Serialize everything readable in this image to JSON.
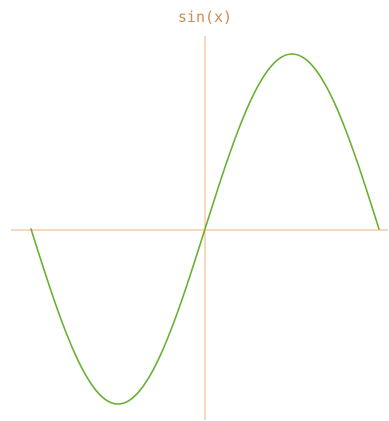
{
  "chart_data": {
    "type": "line",
    "title": "sin(x)",
    "xlabel": "",
    "ylabel": "",
    "xlim": [
      -3.14159,
      3.14159
    ],
    "ylim": [
      -1,
      1
    ],
    "grid": false,
    "axis_color": "#f0b27a",
    "title_color": "#d08a52",
    "series": [
      {
        "color": "#66b032",
        "x": [
          -3.14159,
          -2.94524,
          -2.74889,
          -2.55254,
          -2.35619,
          -2.15984,
          -1.9635,
          -1.76715,
          -1.5708,
          -1.37445,
          -1.1781,
          -0.98175,
          -0.7854,
          -0.58905,
          -0.3927,
          -0.19635,
          0.0,
          0.19635,
          0.3927,
          0.58905,
          0.7854,
          0.98175,
          1.1781,
          1.37445,
          1.5708,
          1.76715,
          1.9635,
          2.15984,
          2.35619,
          2.55254,
          2.74889,
          2.94524,
          3.14159
        ],
        "y": [
          0.0,
          -0.1951,
          -0.3827,
          -0.5556,
          -0.7071,
          -0.8315,
          -0.9239,
          -0.9808,
          -1.0,
          -0.9808,
          -0.9239,
          -0.8315,
          -0.7071,
          -0.5556,
          -0.3827,
          -0.1951,
          0.0,
          0.1951,
          0.3827,
          0.5556,
          0.7071,
          0.8315,
          0.9239,
          0.9808,
          1.0,
          0.9808,
          0.9239,
          0.8315,
          0.7071,
          0.5556,
          0.3827,
          0.1951,
          0.0
        ]
      }
    ]
  }
}
